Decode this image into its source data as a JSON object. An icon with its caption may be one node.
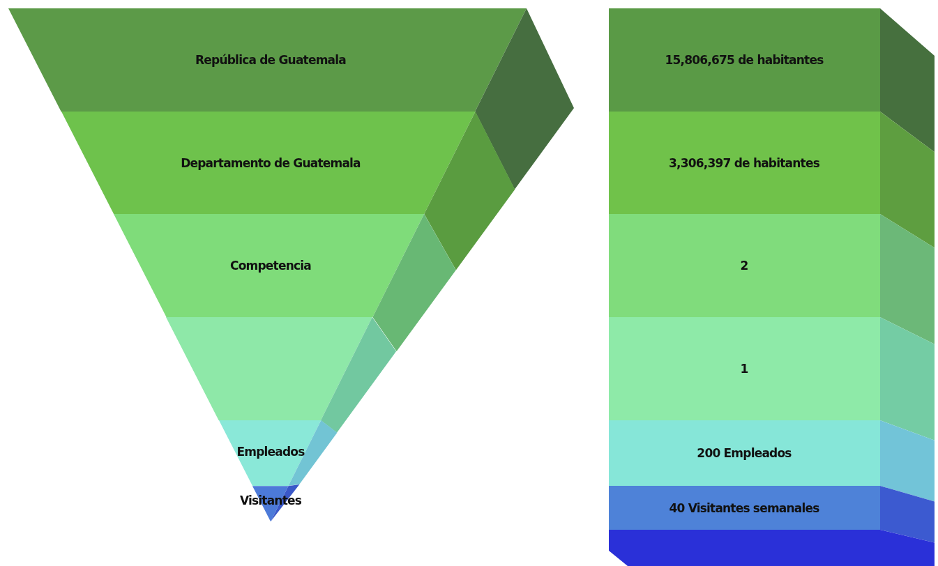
{
  "diagram": {
    "nodes": [
      {
        "text": [
          "República de Guatemala"
        ]
      },
      {
        "text": [
          "Departamento de Guatemala"
        ]
      },
      {
        "text": [
          "Competencia"
        ]
      },
      {
        "text": [],
        "shape": "band"
      },
      {
        "text": [
          "Empleados"
        ]
      },
      {
        "text": [
          "Visitantes"
        ]
      },
      {
        "text": [
          "15,806,675 de habitantes"
        ]
      },
      {
        "text": [
          "3,306,397 de habitantes"
        ]
      },
      {
        "text": [
          "2"
        ]
      },
      {
        "text": [
          "1"
        ]
      },
      {
        "text": [
          "200 Empleados"
        ]
      },
      {
        "text": [
          "40 Visitantes semanales"
        ]
      },
      {
        "text": [],
        "shape": "band"
      }
    ]
  }
}
